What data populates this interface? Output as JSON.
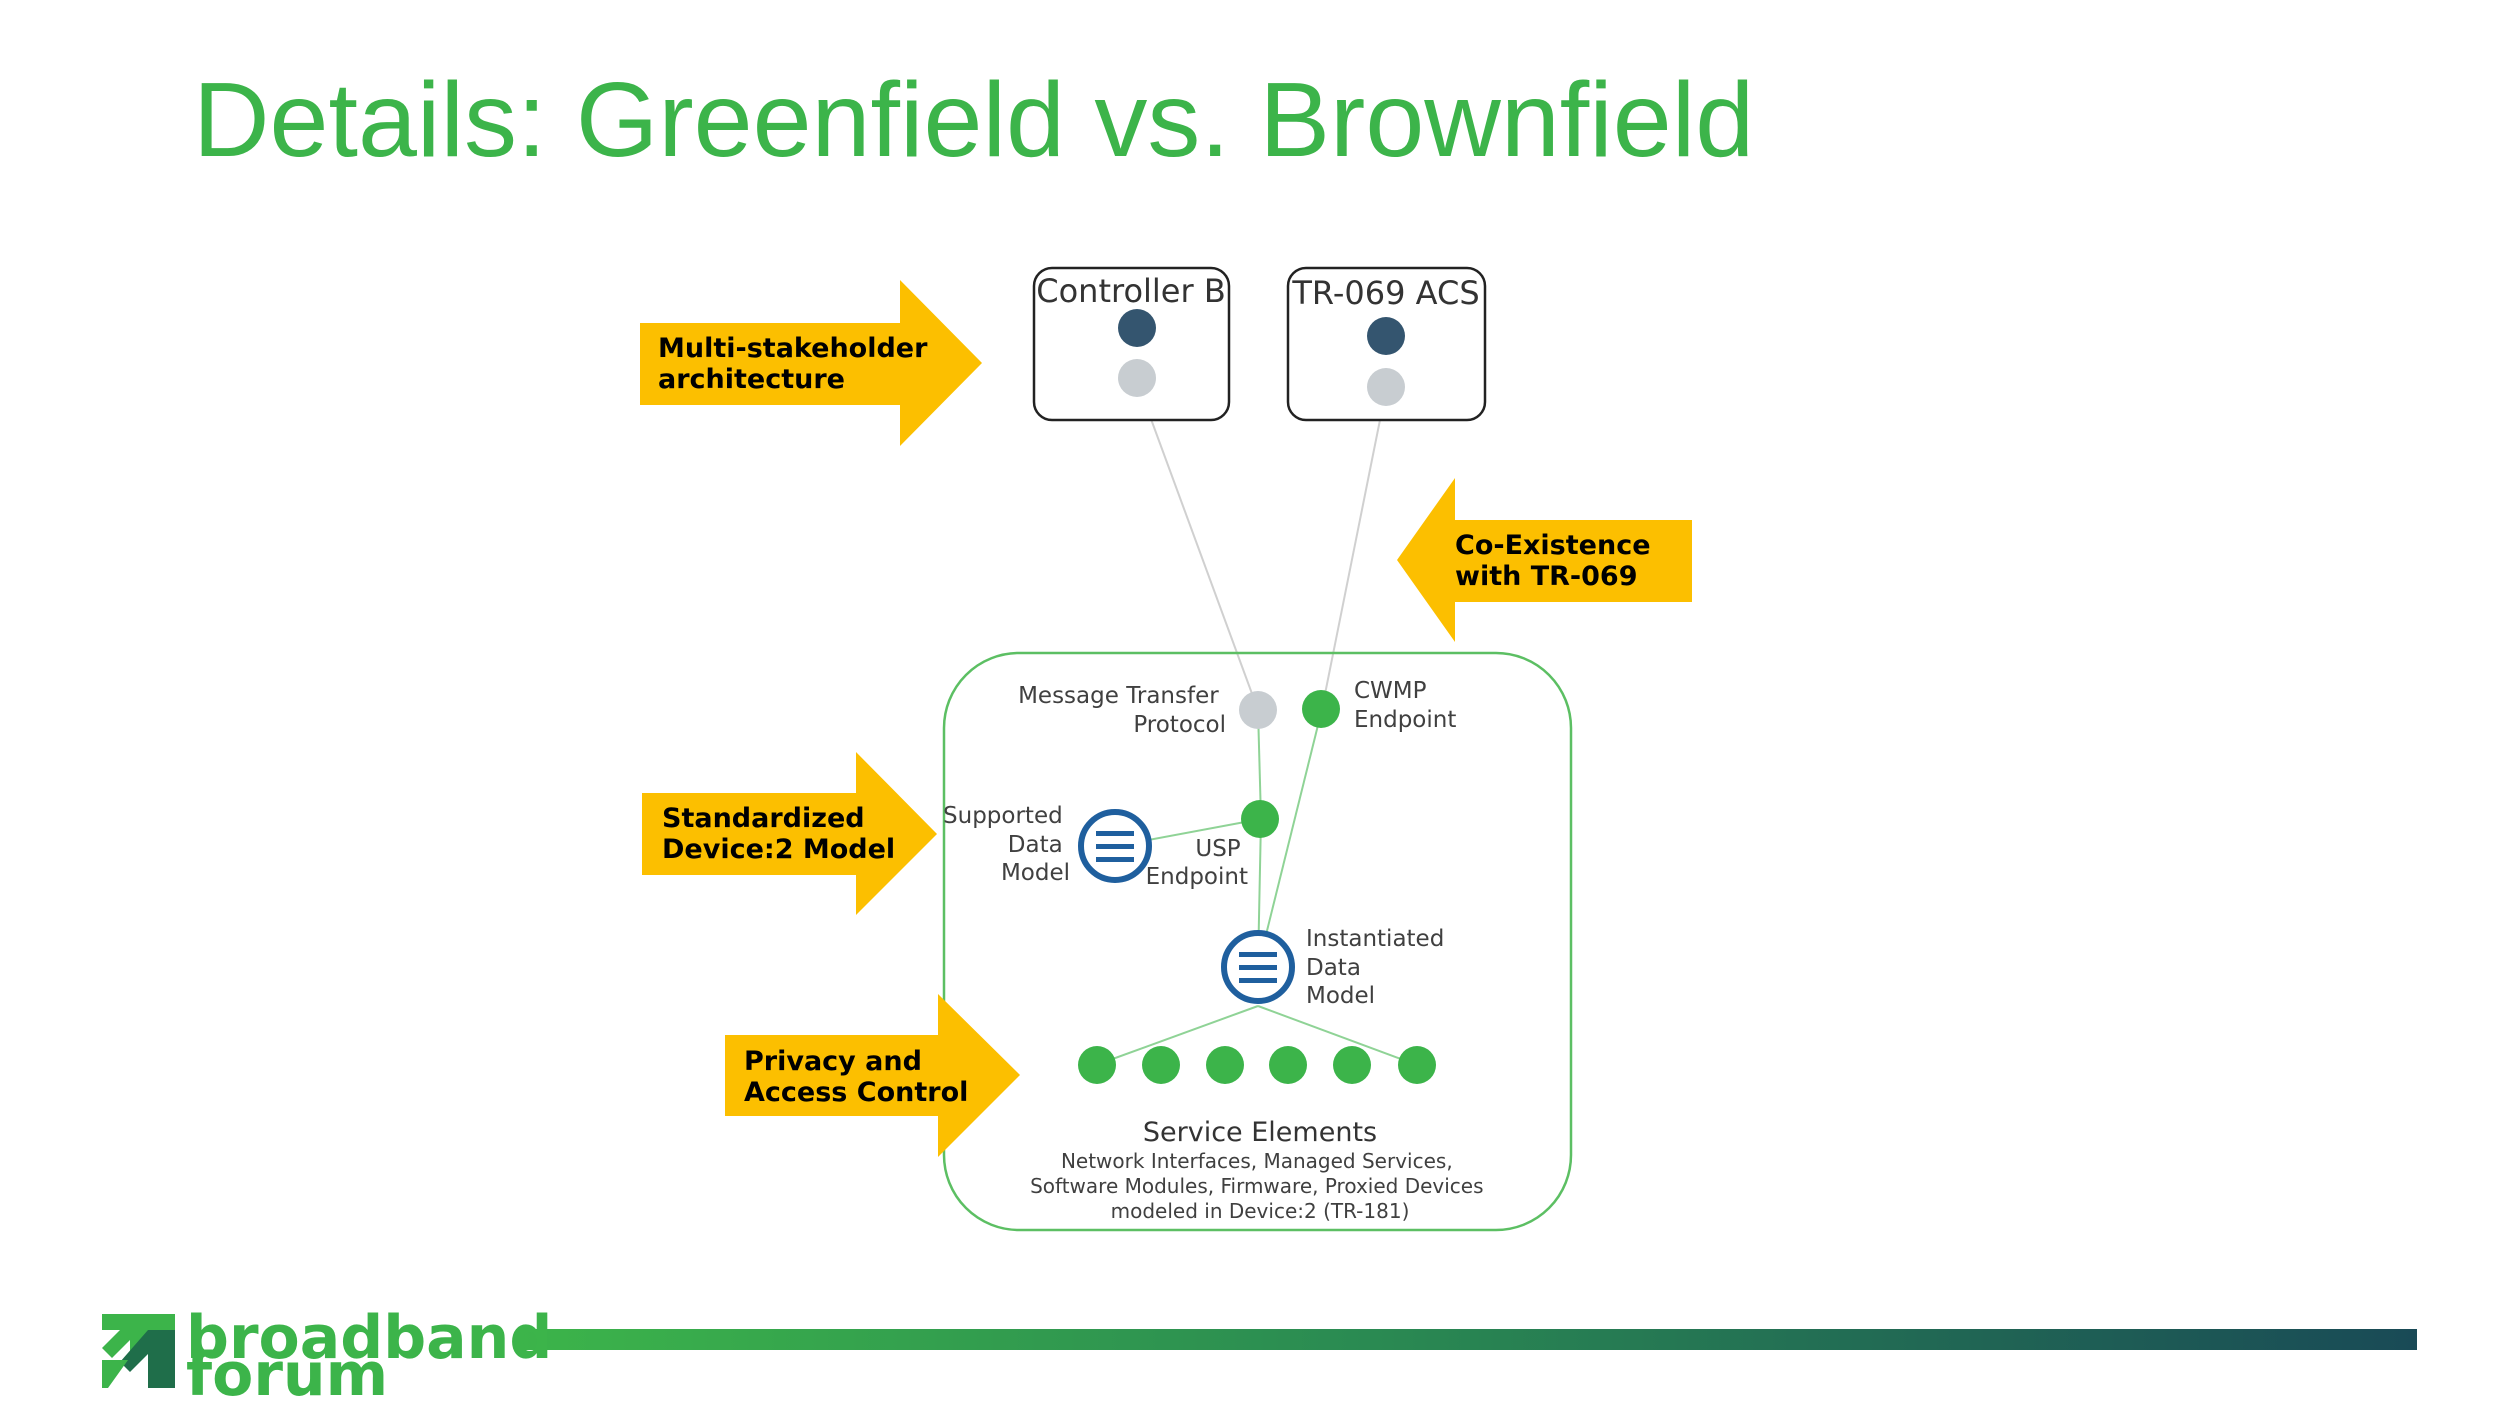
{
  "title": "Details: Greenfield vs. Brownfield",
  "arrows": {
    "multi_stakeholder": [
      "Multi-stakeholder",
      "architecture"
    ],
    "coexistence": [
      "Co-Existence",
      "with TR-069"
    ],
    "standardized": [
      "Standardized",
      "Device:2 Model"
    ],
    "privacy": [
      "Privacy and",
      "Access Control"
    ]
  },
  "boxes": {
    "controller_b": "Controller B",
    "tr069_acs": "TR-069 ACS"
  },
  "device": {
    "mtp": [
      "Message Transfer",
      "Protocol"
    ],
    "cwmp": [
      "CWMP",
      "Endpoint"
    ],
    "supported_dm": [
      "Supported",
      "Data",
      "Model"
    ],
    "usp": [
      "USP",
      "Endpoint"
    ],
    "instantiated_dm": [
      "Instantiated",
      "Data",
      "Model"
    ],
    "service_elements": {
      "title": "Service Elements",
      "lines": [
        "Network Interfaces, Managed Services,",
        "Software Modules, Firmware, Proxied Devices",
        "modeled in Device:2 (TR-181)"
      ]
    }
  },
  "logo": {
    "line1": "broadband",
    "line2": "forum"
  },
  "colors": {
    "title_green": "#3cb44a",
    "arrow_yellow": "#fcbf00",
    "node_green": "#3cb44a",
    "node_dark": "#34556f",
    "node_gray": "#c8cdd1",
    "dm_blue": "#1f5f9e",
    "bar_dark": "#194a56"
  }
}
